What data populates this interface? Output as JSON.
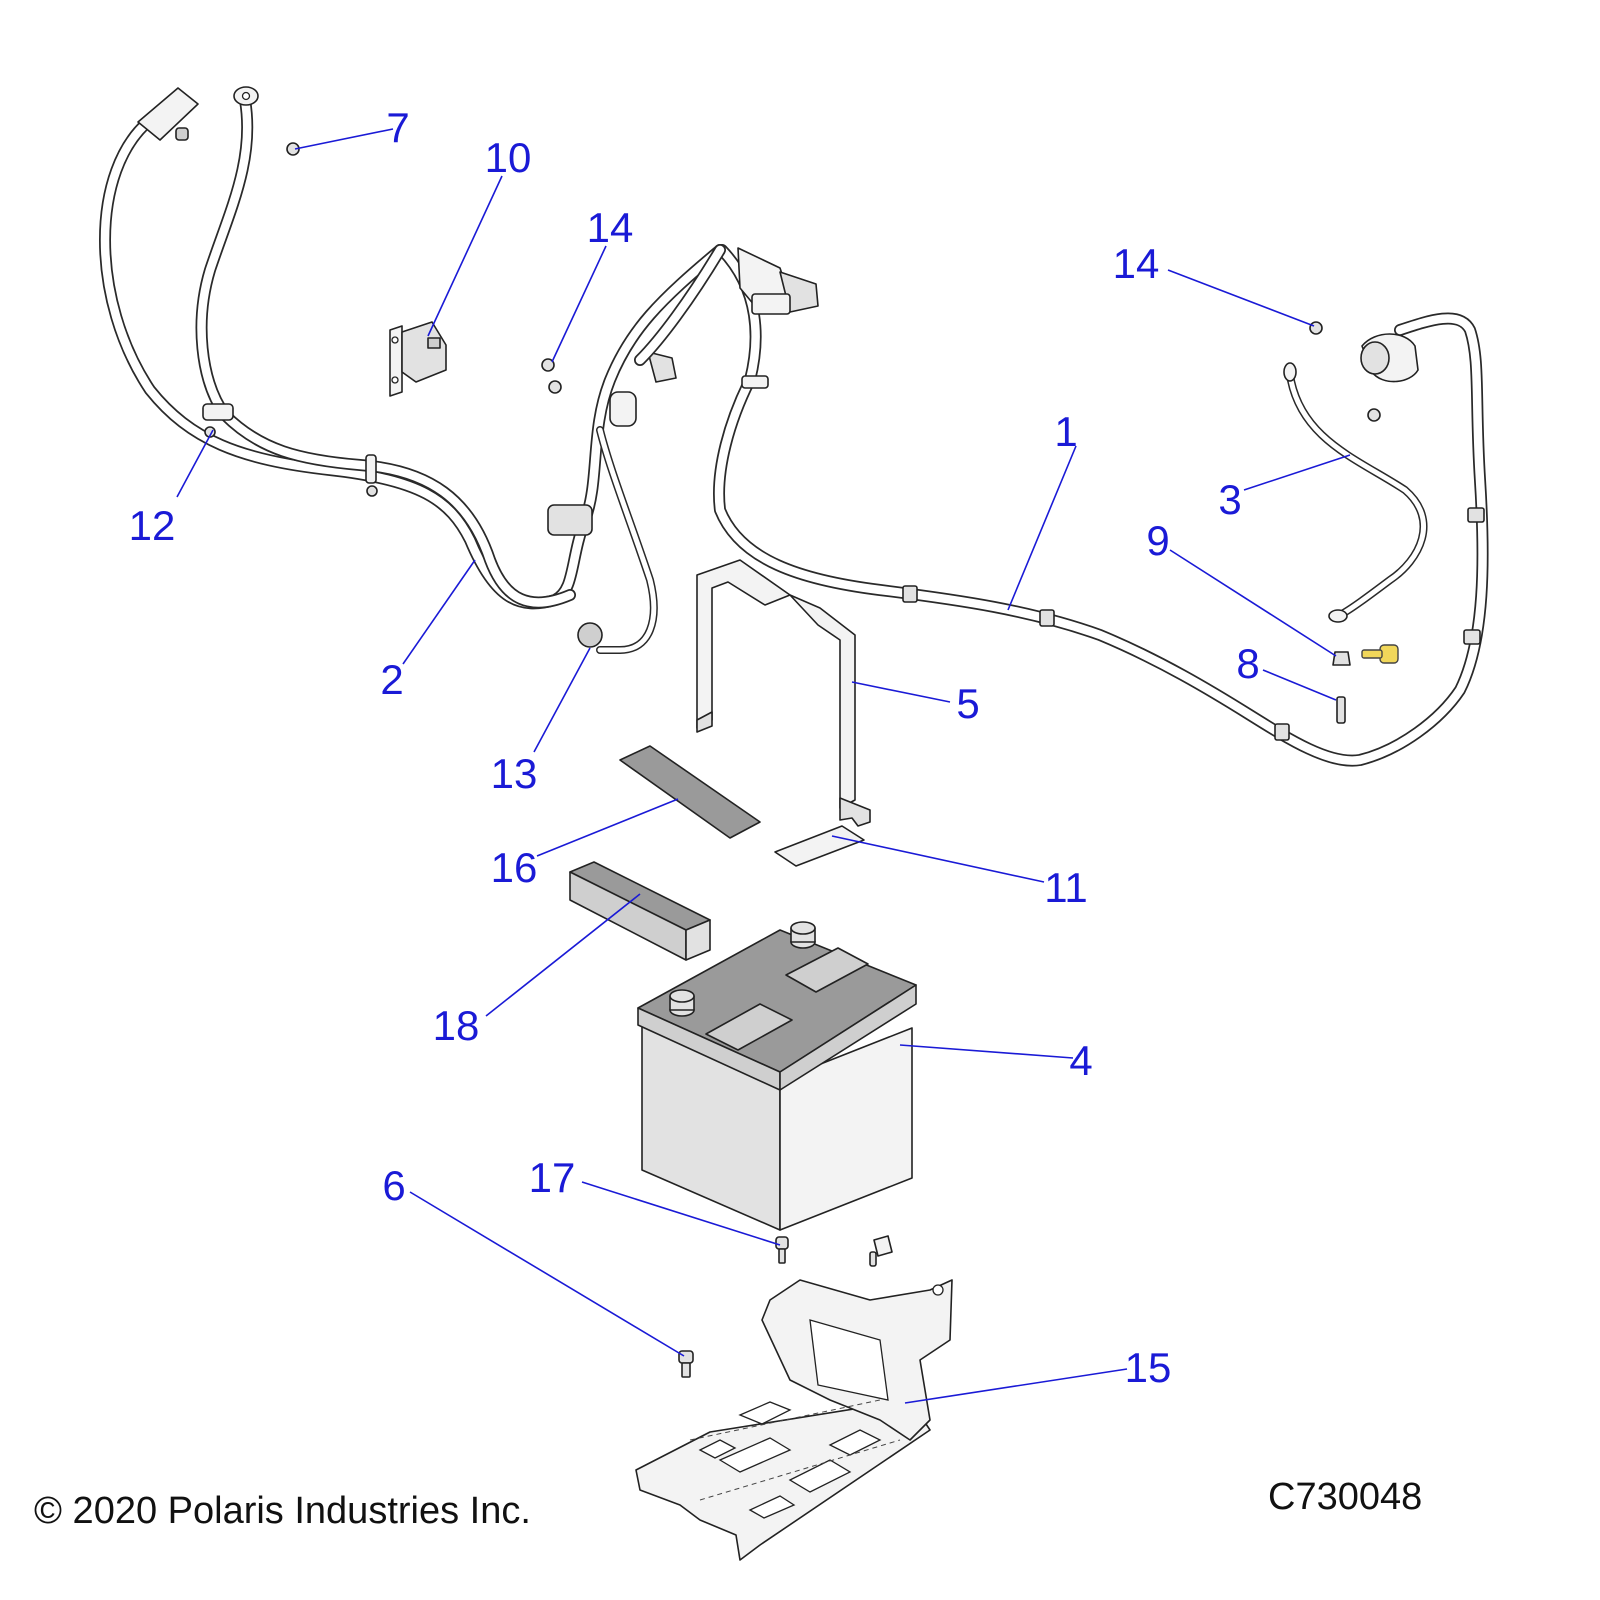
{
  "callouts": [
    {
      "id": "c1",
      "label": "1"
    },
    {
      "id": "c2",
      "label": "2"
    },
    {
      "id": "c3",
      "label": "3"
    },
    {
      "id": "c4",
      "label": "4"
    },
    {
      "id": "c5",
      "label": "5"
    },
    {
      "id": "c6",
      "label": "6"
    },
    {
      "id": "c7",
      "label": "7"
    },
    {
      "id": "c8",
      "label": "8"
    },
    {
      "id": "c9",
      "label": "9"
    },
    {
      "id": "c10",
      "label": "10"
    },
    {
      "id": "c11",
      "label": "11"
    },
    {
      "id": "c12",
      "label": "12"
    },
    {
      "id": "c13",
      "label": "13"
    },
    {
      "id": "c14a",
      "label": "14"
    },
    {
      "id": "c14b",
      "label": "14"
    },
    {
      "id": "c15",
      "label": "15"
    },
    {
      "id": "c16",
      "label": "16"
    },
    {
      "id": "c17",
      "label": "17"
    },
    {
      "id": "c18",
      "label": "18"
    }
  ],
  "footer": {
    "copyright": "© 2020 Polaris Industries Inc.",
    "figure_id": "C730048"
  },
  "colors": {
    "callout": "#1a1ad6",
    "line_art": "#222222",
    "fastener_highlight": "#f1d75a"
  }
}
